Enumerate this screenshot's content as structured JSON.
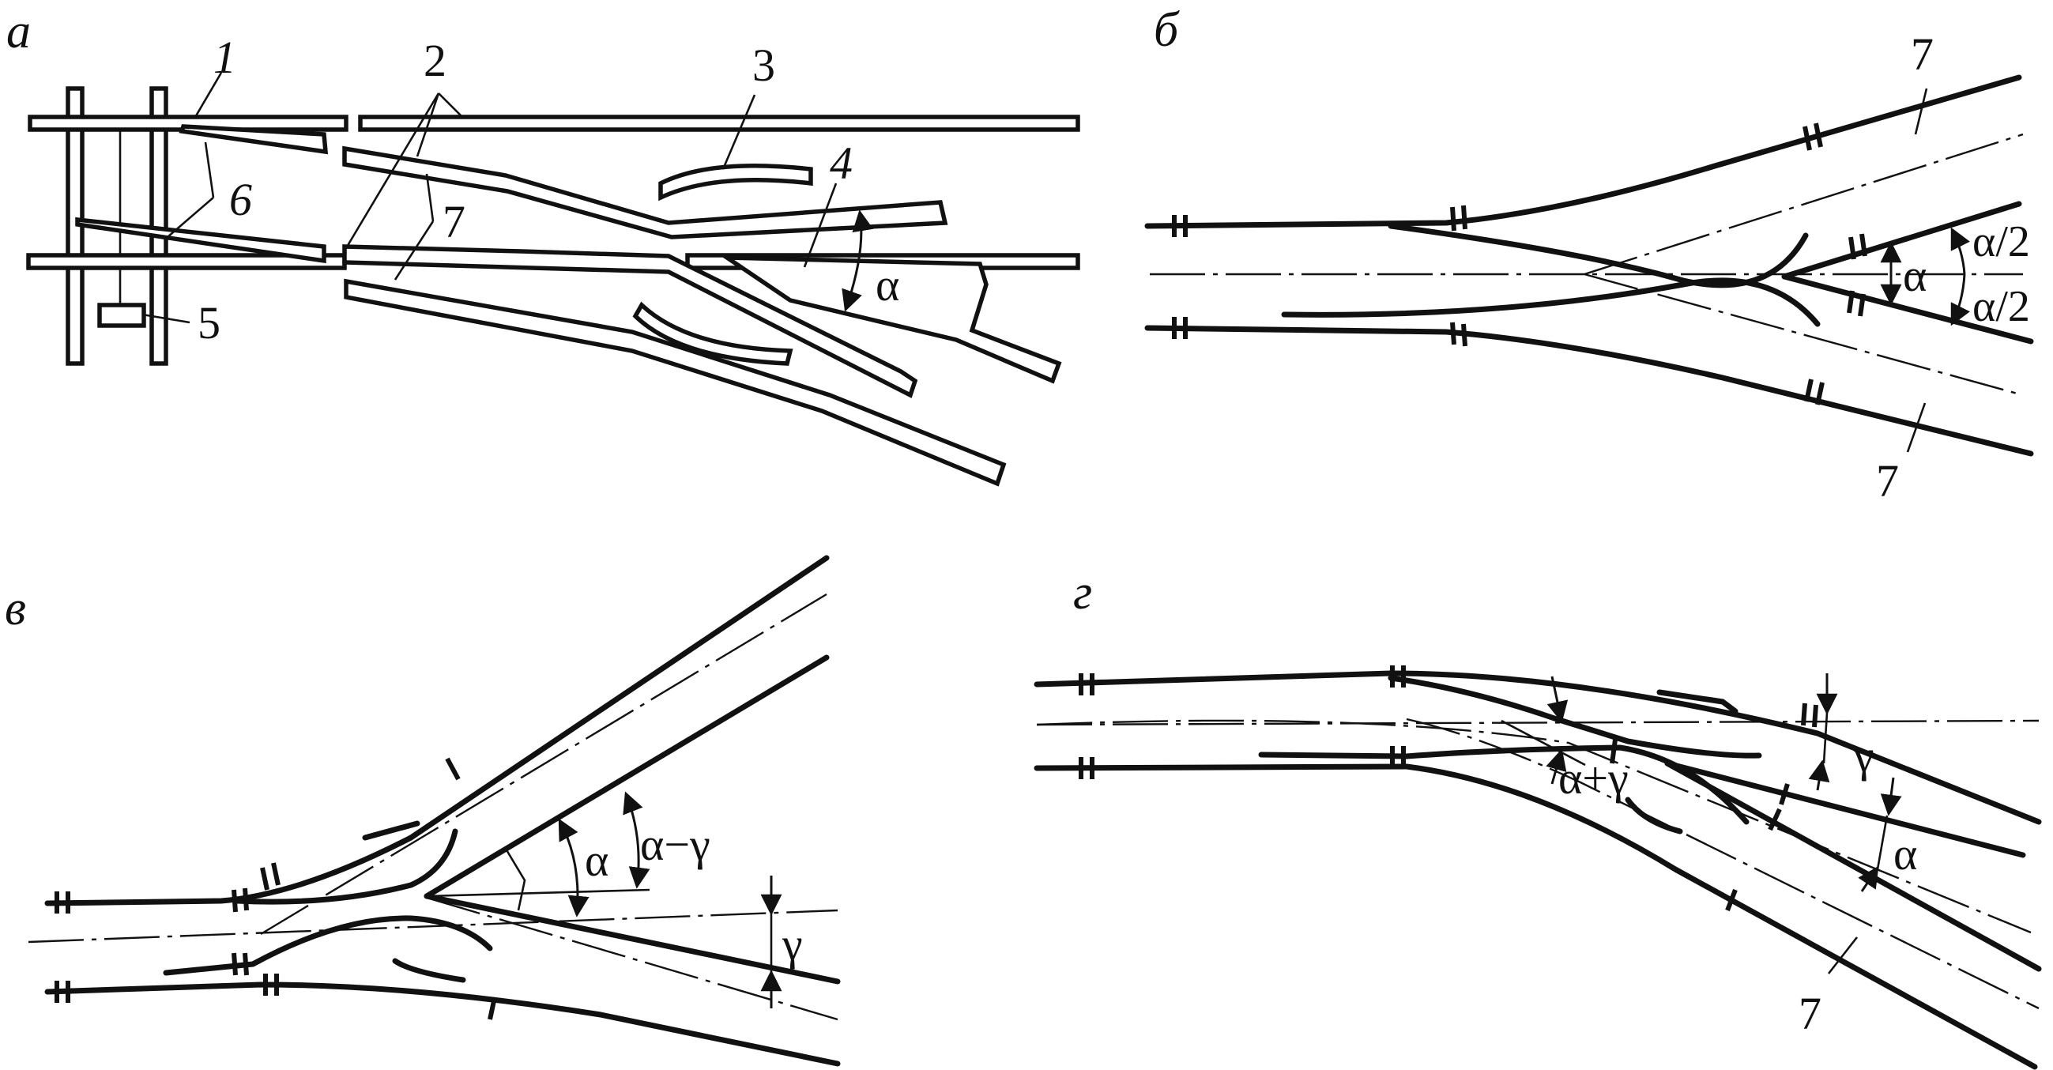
{
  "panels": {
    "a": {
      "letter": "а",
      "numbers": [
        "1",
        "2",
        "3",
        "4",
        "5",
        "6",
        "7"
      ],
      "angle": "α"
    },
    "b": {
      "letter": "б",
      "label_top": "7",
      "label_bottom": "7",
      "angle": "α",
      "half_top": "α/2",
      "half_bottom": "α/2"
    },
    "v": {
      "letter": "в",
      "angle": "α",
      "angle_diff": "α−γ",
      "gamma": "γ"
    },
    "g": {
      "letter": "г",
      "angle_sum": "α+γ",
      "gamma": "γ",
      "angle": "α",
      "label": "7"
    }
  },
  "colors": {
    "ink": "#111111",
    "paper": "#ffffff"
  }
}
